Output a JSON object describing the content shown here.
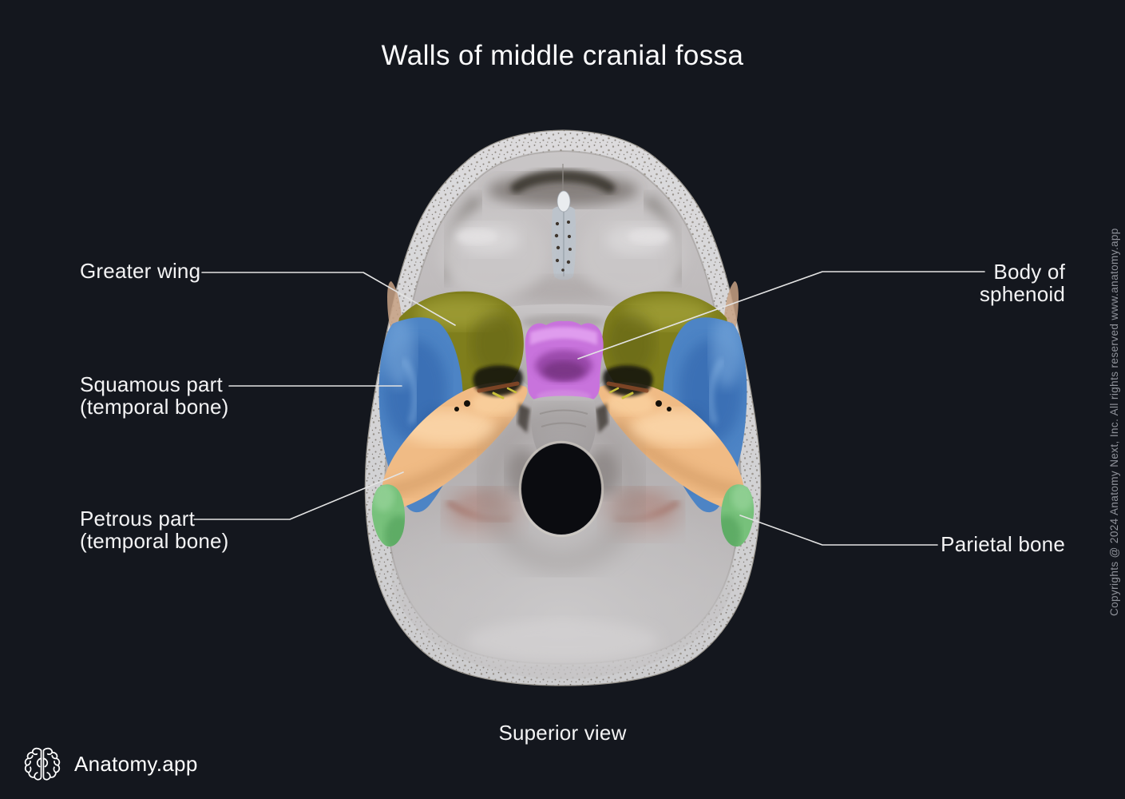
{
  "title": "Walls of middle cranial fossa",
  "caption": "Superior view",
  "brand": {
    "name": "Anatomy.app"
  },
  "copyright": "Copyrights @ 2024 Anatomy Next, Inc. All rights reserved www.anatomy.app",
  "labels": {
    "greater_wing": "Greater wing",
    "squamous_part": "Squamous part\n(temporal bone)",
    "petrous_part": "Petrous part\n(temporal bone)",
    "body_of_sphenoid": "Body of\nsphenoid",
    "parietal_bone": "Parietal bone"
  },
  "regions": {
    "greater_wing": {
      "color": "#7f7e1c"
    },
    "squamous_part": {
      "color": "#4d84c5"
    },
    "petrous_part": {
      "color": "#f0bb85"
    },
    "parietal_bone": {
      "color": "#77c17b"
    },
    "body_of_sphenoid": {
      "color": "#c873dc"
    }
  },
  "colors": {
    "background": "#14171e",
    "label_text": "#f3f3f4",
    "leader_line": "#e3e3e3",
    "copyright_text": "#8f929a"
  }
}
